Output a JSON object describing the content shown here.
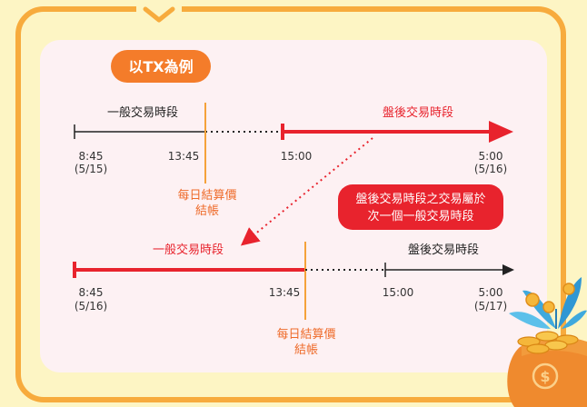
{
  "title_badge": "以TX為例",
  "top_timeline": {
    "regular_label": "一般交易時段",
    "after_hours_label": "盤後交易時段",
    "times": [
      {
        "time": "8:45",
        "date": "(5/15)"
      },
      {
        "time": "13:45",
        "date": ""
      },
      {
        "time": "15:00",
        "date": ""
      },
      {
        "time": "5:00",
        "date": "(5/16)"
      }
    ],
    "settlement_label_line1": "每日結算價",
    "settlement_label_line2": "結帳"
  },
  "callout": {
    "line1": "盤後交易時段之交易屬於",
    "line2": "次一個一般交易時段"
  },
  "bottom_timeline": {
    "regular_label": "一般交易時段",
    "after_hours_label": "盤後交易時段",
    "times": [
      {
        "time": "8:45",
        "date": "(5/16)"
      },
      {
        "time": "13:45",
        "date": ""
      },
      {
        "time": "15:00",
        "date": ""
      },
      {
        "time": "5:00",
        "date": "(5/17)"
      }
    ],
    "settlement_label_line1": "每日結算價",
    "settlement_label_line2": "結帳"
  },
  "colors": {
    "orange": "#f5a23a",
    "red": "#e8232d",
    "black": "#222222",
    "card_bg": "#fdf1f3",
    "badge": "#f47c2a",
    "annotation": "#ee6b2a"
  },
  "decoration": "money-bag-with-coins-and-plant"
}
